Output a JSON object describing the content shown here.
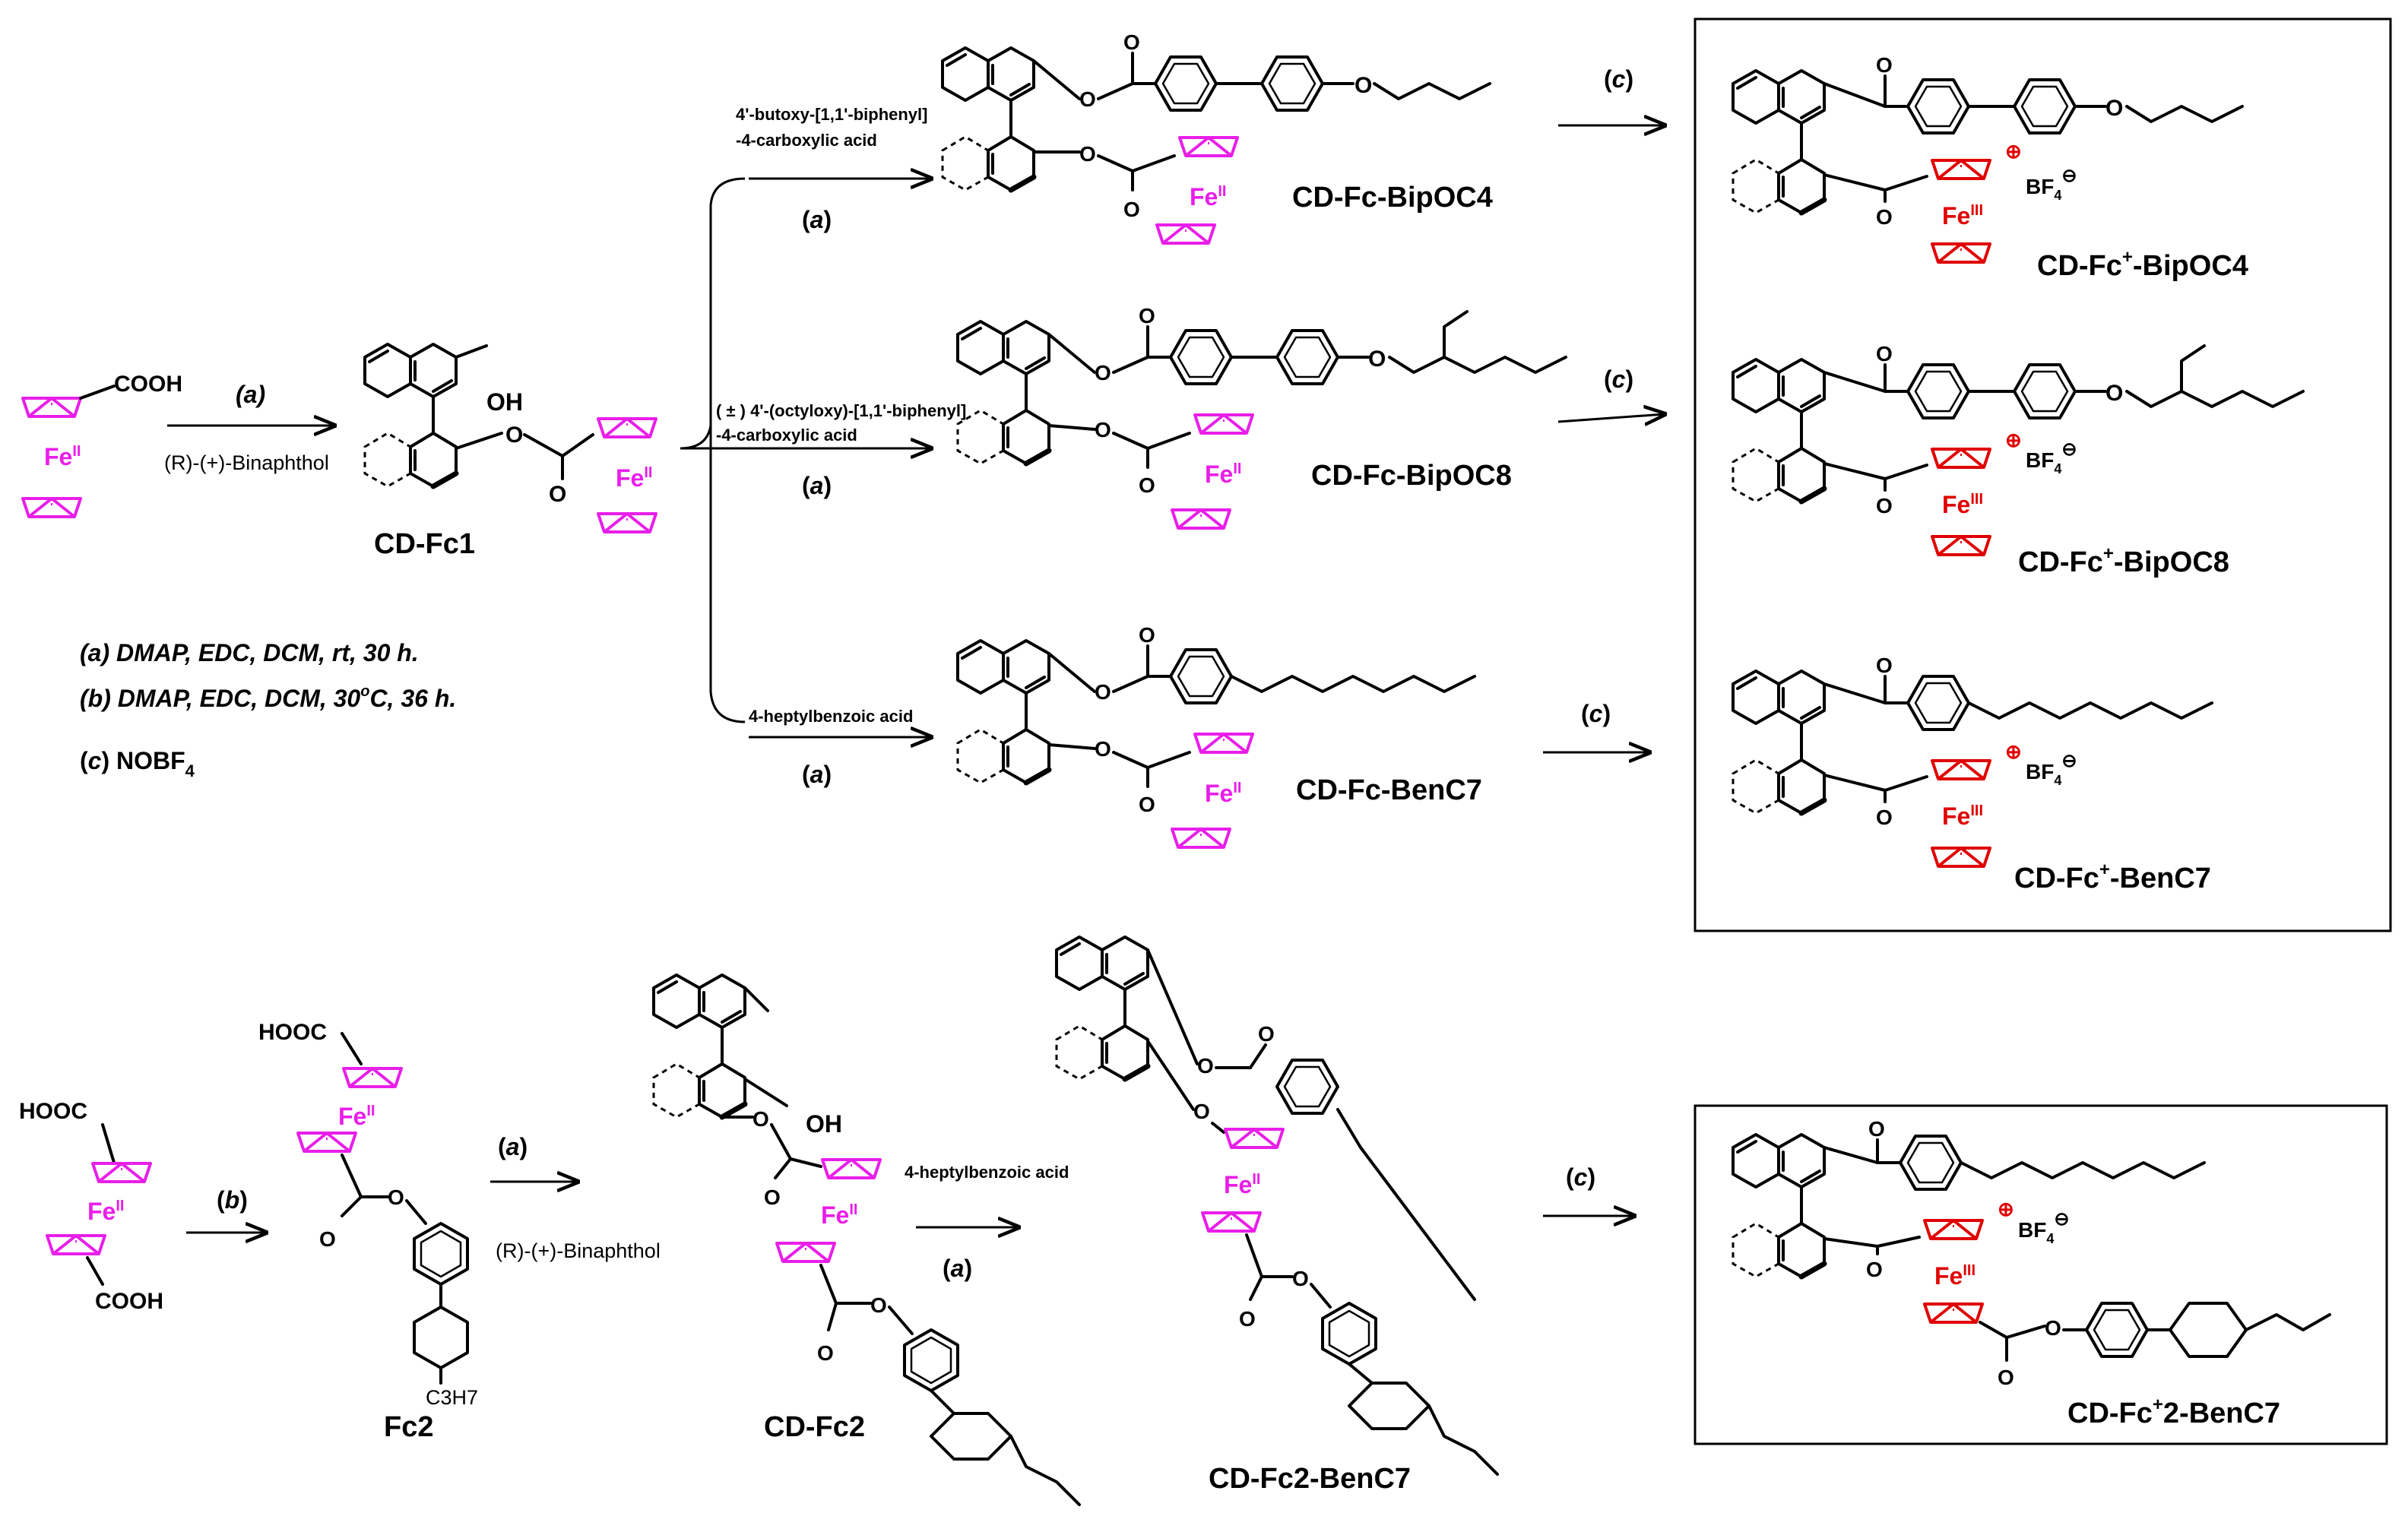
{
  "compounds": {
    "ferrocene_acid": "COOH",
    "fe2": "Fe",
    "fe2_sup": "II",
    "fe3": "Fe",
    "fe3_sup": "III",
    "oh": "OH",
    "o": "O",
    "cd_fc1": "CD-Fc1",
    "cd_fc_bipoc4": "CD-Fc-BipOC4",
    "cd_fc_bipoc8": "CD-Fc-BipOC8",
    "cd_fc_benc7": "CD-Fc-BenC7",
    "ox_bipoc4_a": "CD-Fc",
    "ox_bipoc4_b": "-BipOC4",
    "ox_bipoc8_a": "CD-Fc",
    "ox_bipoc8_b": "-BipOC8",
    "ox_benc7_a": "CD-Fc",
    "ox_benc7_b": "-BenC7",
    "plus": "+",
    "fc2": "Fc2",
    "cd_fc2": "CD-Fc2",
    "cd_fc2_benc7": "CD-Fc2-BenC7",
    "ox_fc2_a": "CD-Fc",
    "ox_fc2_b": "2-BenC7",
    "hooc": "HOOC",
    "c3h7": "C3H7",
    "bf4": "BF",
    "bf4_sub": "4",
    "minus": "⊖",
    "oplus": "⊕"
  },
  "reagents": {
    "binaphthol": "(R)-(+)-Binaphthol",
    "butoxy_1": "4'-butoxy-[1,1'-biphenyl]",
    "butoxy_2": "-4-carboxylic acid",
    "octyloxy_1": "( ± ) 4'-(octyloxy)-[1,1'-biphenyl]",
    "octyloxy_2": "-4-carboxylic acid",
    "heptyl": "4-heptylbenzoic acid"
  },
  "step_labels": {
    "a": "a",
    "b": "b",
    "c": "c"
  },
  "conditions": {
    "a_label": "a",
    "a_text": " DMAP,  EDC, DCM,  rt, 30 h.",
    "b_label": "b",
    "b_text": " DMAP, EDC, DCM,  30",
    "b_deg": "o",
    "b_text2": "C, 36 h.",
    "c_label": "c",
    "c_text": " NOBF",
    "c_sub": "4"
  },
  "colors": {
    "ferrocene_neutral": "#e91ee9",
    "ferrocenium": "#e00000"
  }
}
